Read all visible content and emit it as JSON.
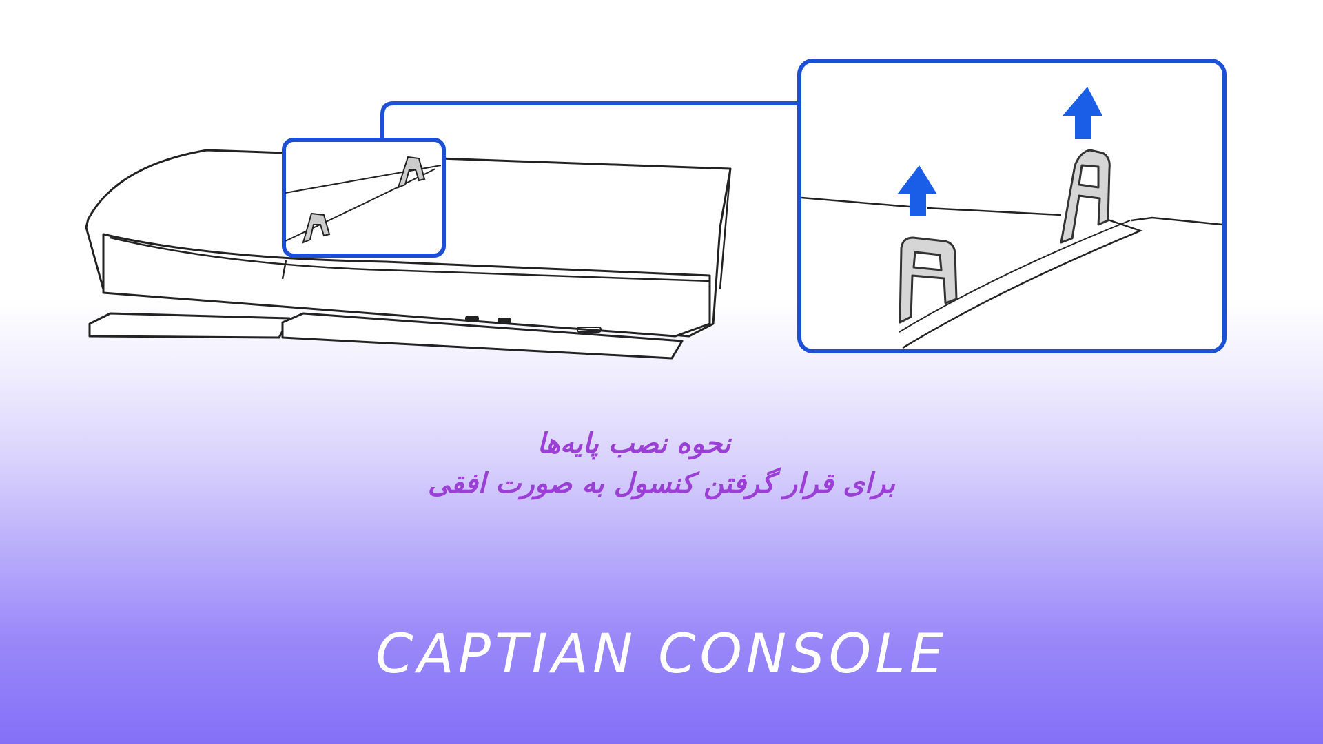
{
  "caption": {
    "line1": "نحوه نصب پایه‌ها",
    "line2": "برای قرار گرفتن کنسول به صورت افقی"
  },
  "brand": {
    "name": "CAPTIAN CONSOLE"
  },
  "illustration": {
    "stand_letter": "A",
    "callout_color": "#1a4fd6",
    "arrow_color": "#1a5ee8"
  },
  "colors": {
    "caption": "#9b3fd6",
    "gradient_top": "#ffffff",
    "gradient_bottom": "#8470f7"
  }
}
